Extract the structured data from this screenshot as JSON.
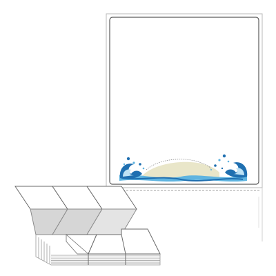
{
  "product": {
    "name": "",
    "label_sheet": {
      "shape": "rounded-rectangle",
      "artwork": "ocean-wave-splash"
    },
    "fanfold_stack": {
      "labels_per_row": 3,
      "folded": true
    }
  },
  "colors": {
    "label_border": "#5a5a5a",
    "sheet_border": "#b8b8b8",
    "wave_dark": "#1f6fb0",
    "wave_light": "#5fb4e0",
    "wave_pale": "#bfe3f5",
    "sand": "#e9e6c9",
    "dotted_line": "#8a8a8a",
    "label_fill": "#ffffff",
    "label_shadow": "#d6d6d6",
    "stack_edge": "#9a9a9a"
  }
}
